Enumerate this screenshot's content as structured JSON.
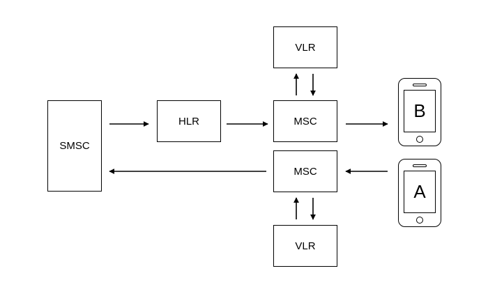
{
  "nodes": {
    "smsc": "SMSC",
    "hlr": "HLR",
    "msc_top": "MSC",
    "msc_bottom": "MSC",
    "vlr_top": "VLR",
    "vlr_bottom": "VLR"
  },
  "devices": {
    "phone_b": "B",
    "phone_a": "A"
  }
}
